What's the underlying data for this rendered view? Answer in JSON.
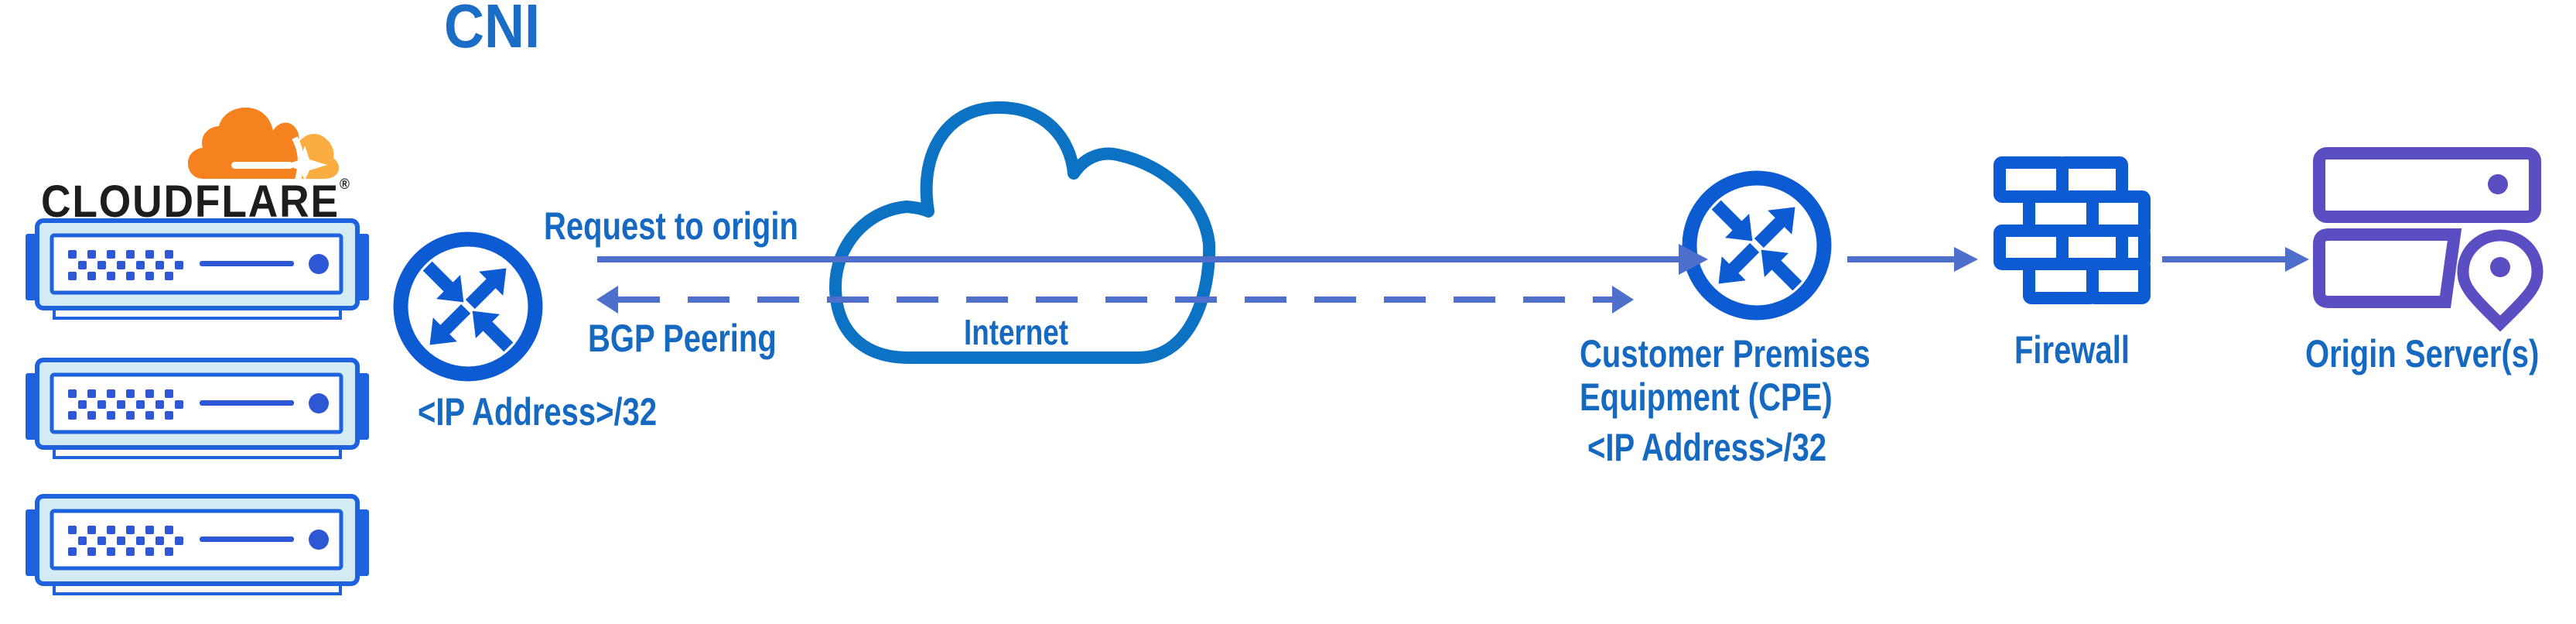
{
  "title": "CNI",
  "cloudflare": {
    "wordmark": "CLOUDFLARE",
    "registered": "®"
  },
  "labels": {
    "request_to_origin": "Request to origin",
    "bgp_peering": "BGP Peering",
    "edge_ip": "<IP Address>/32",
    "internet": "Internet",
    "cpe_line1": "Customer Premises",
    "cpe_line2": "Equipment (CPE)",
    "cpe_ip": "<IP Address>/32",
    "firewall": "Firewall",
    "origin": "Origin Server(s)"
  },
  "colors": {
    "icon_blue": "#0d5bd3",
    "server_border_blue": "#1e63dd",
    "server_fill": "#d3ecf3",
    "cloud_blue": "#0c72c4",
    "text_blue": "#1569c0",
    "arrow_blue": "#4e70cc",
    "origin_purple": "#5b4ec3",
    "cf_orange": "#f6821f",
    "cf_orange_light": "#fbad41"
  }
}
